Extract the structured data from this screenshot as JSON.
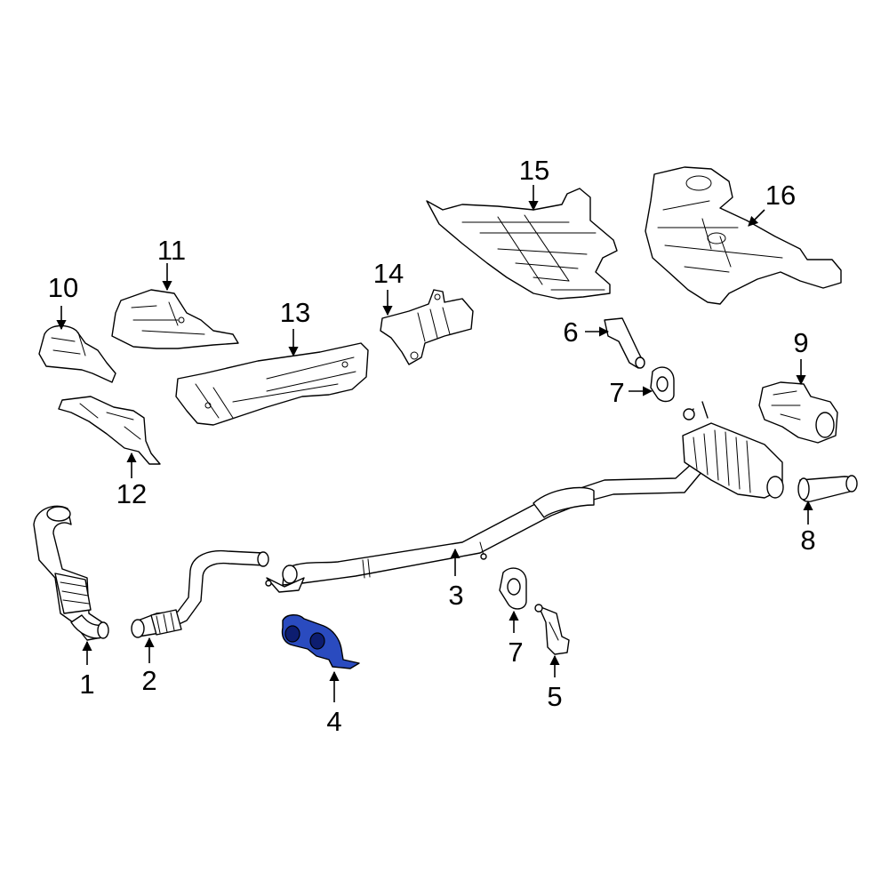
{
  "diagram": {
    "highlight_color": "#2a4bbf",
    "line_color": "#000000",
    "background": "#ffffff",
    "highlighted_callout": "4",
    "callouts": [
      {
        "id": "c1",
        "label": "1"
      },
      {
        "id": "c2",
        "label": "2"
      },
      {
        "id": "c3",
        "label": "3"
      },
      {
        "id": "c4",
        "label": "4"
      },
      {
        "id": "c5",
        "label": "5"
      },
      {
        "id": "c6",
        "label": "6"
      },
      {
        "id": "c7a",
        "label": "7"
      },
      {
        "id": "c7b",
        "label": "7"
      },
      {
        "id": "c8",
        "label": "8"
      },
      {
        "id": "c9",
        "label": "9"
      },
      {
        "id": "c10",
        "label": "10"
      },
      {
        "id": "c11",
        "label": "11"
      },
      {
        "id": "c12",
        "label": "12"
      },
      {
        "id": "c13",
        "label": "13"
      },
      {
        "id": "c14",
        "label": "14"
      },
      {
        "id": "c15",
        "label": "15"
      },
      {
        "id": "c16",
        "label": "16"
      }
    ]
  }
}
